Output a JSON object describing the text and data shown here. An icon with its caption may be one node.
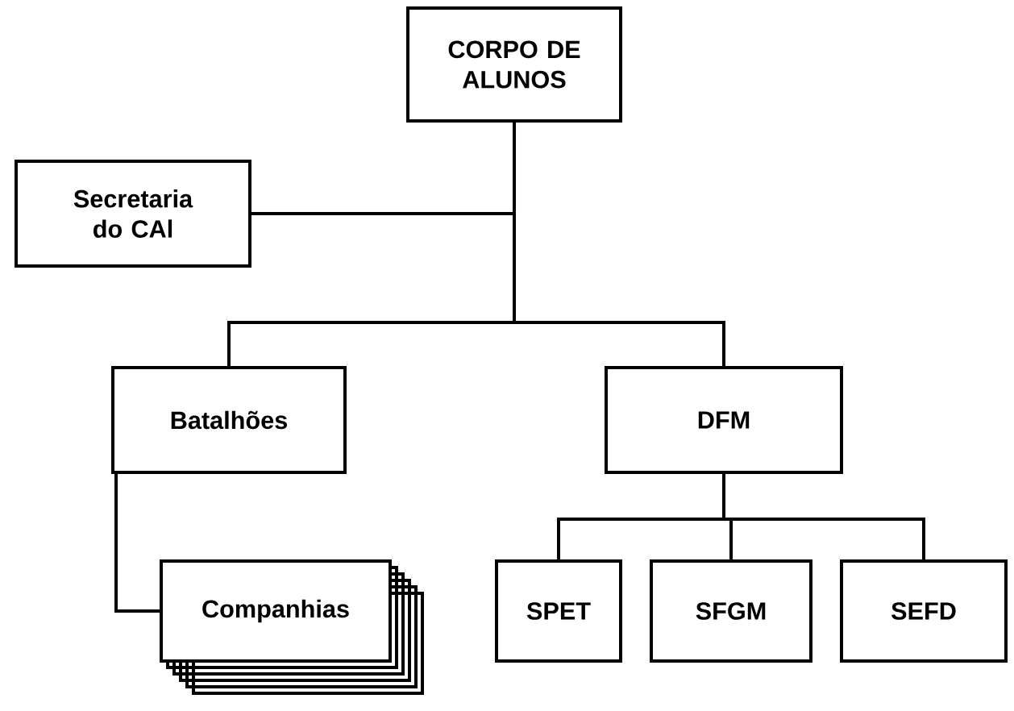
{
  "diagram": {
    "nodes": [
      {
        "text": [
          "CORPO DE ALUNOS"
        ]
      },
      {
        "text": [
          "Secretaria do CAl"
        ]
      },
      {
        "text": [
          "Batalhões"
        ]
      },
      {
        "text": [
          "DFM"
        ]
      },
      {
        "text": [
          "Companhias"
        ]
      },
      {
        "text": [
          "SPET"
        ]
      },
      {
        "text": [
          "SFGM"
        ]
      },
      {
        "text": [
          "SEFD"
        ]
      }
    ],
    "edges": [
      {
        "from": 0,
        "to": 1,
        "arrow": "none"
      },
      {
        "from": 0,
        "to": 2,
        "arrow": "none"
      },
      {
        "from": 0,
        "to": 3,
        "arrow": "none"
      },
      {
        "from": 2,
        "to": 4,
        "arrow": "none"
      },
      {
        "from": 3,
        "to": 5,
        "arrow": "none"
      },
      {
        "from": 3,
        "to": 6,
        "arrow": "none"
      },
      {
        "from": 3,
        "to": 7,
        "arrow": "none"
      }
    ]
  }
}
